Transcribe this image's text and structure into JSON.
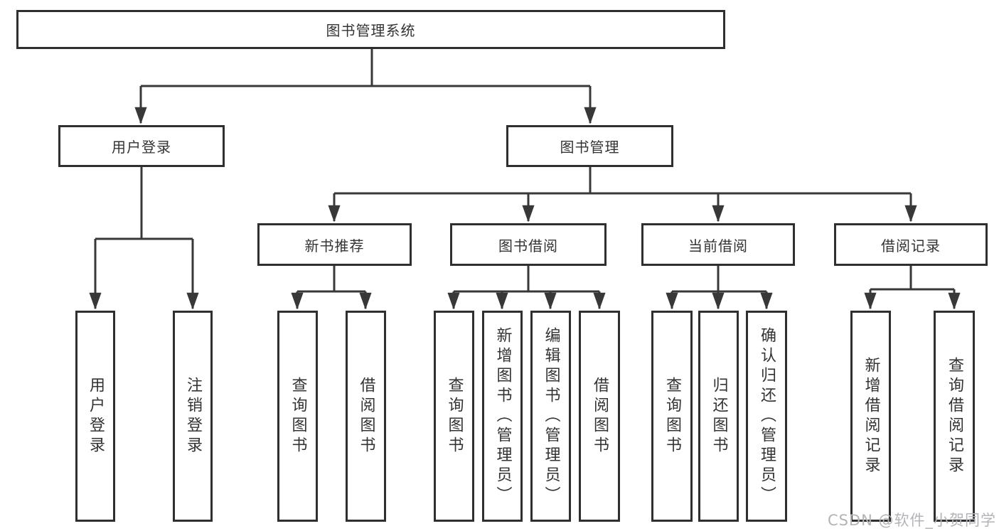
{
  "diagram": {
    "title": "图书管理系统",
    "colors": {
      "line": "#383838",
      "box_border": "#2f2f2f",
      "text": "#333333",
      "background": "#ffffff",
      "watermark": "#b4b4b8"
    },
    "tree": {
      "root": {
        "label": "图书管理系统"
      },
      "level2": [
        {
          "label": "用户登录",
          "children": [
            {
              "label": "用户登录"
            },
            {
              "label": "注销登录"
            }
          ]
        },
        {
          "label": "图书管理",
          "children": [
            {
              "label": "新书推荐",
              "children": [
                {
                  "label": "查询图书"
                },
                {
                  "label": "借阅图书"
                }
              ]
            },
            {
              "label": "图书借阅",
              "children": [
                {
                  "label": "查询图书"
                },
                {
                  "label": "新增图书（管理员）"
                },
                {
                  "label": "编辑图书（管理员）"
                },
                {
                  "label": "借阅图书"
                }
              ]
            },
            {
              "label": "当前借阅",
              "children": [
                {
                  "label": "查询图书"
                },
                {
                  "label": "归还图书"
                },
                {
                  "label": "确认归还（管理员）"
                }
              ]
            },
            {
              "label": "借阅记录",
              "children": [
                {
                  "label": "新增借阅记录"
                },
                {
                  "label": "查询借阅记录"
                }
              ]
            }
          ]
        }
      ]
    },
    "watermark": "CSDN @软件_小贺同学"
  }
}
